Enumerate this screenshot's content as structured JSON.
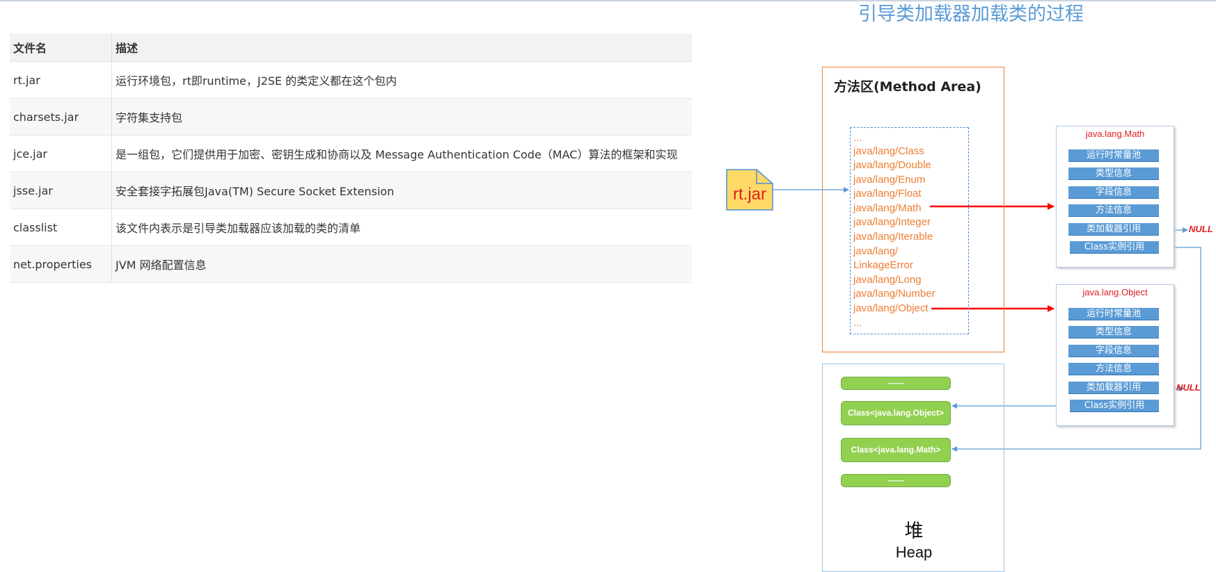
{
  "table": {
    "headers": [
      "文件名",
      "描述"
    ],
    "rows": [
      {
        "name": "rt.jar",
        "desc": "运行环境包，rt即runtime，J2SE 的类定义都在这个包内"
      },
      {
        "name": "charsets.jar",
        "desc": "字符集支持包"
      },
      {
        "name": "jce.jar",
        "desc": "是一组包，它们提供用于加密、密钥生成和协商以及 Message Authentication Code（MAC）算法的框架和实现"
      },
      {
        "name": "jsse.jar",
        "desc": "安全套接字拓展包Java(TM) Secure Socket Extension"
      },
      {
        "name": "classlist",
        "desc": "该文件内表示是引导类加载器应该加载的类的清单"
      },
      {
        "name": "net.properties",
        "desc": "JVM 网络配置信息"
      }
    ]
  },
  "diagram": {
    "title": "引导类加载器加载类的过程",
    "method_area_title": "方法区(Method Area)",
    "source_file": "rt.jar",
    "class_entries": [
      "...",
      "java/lang/Class",
      "java/lang/Double",
      "java/lang/Enum",
      "java/lang/Float",
      "java/lang/Math",
      "java/lang/Integer",
      "java/lang/Iterable",
      "java/lang/",
      "LinkageError",
      "java/lang/Long",
      "java/lang/Number",
      "java/lang/Object",
      "..."
    ],
    "class_boxes": [
      {
        "title": "java.lang.Math",
        "items": [
          "运行时常量池",
          "类型信息",
          "字段信息",
          "方法信息",
          "类加载器引用",
          "Class实例引用"
        ]
      },
      {
        "title": "java.lang.Object",
        "items": [
          "运行时常量池",
          "类型信息",
          "字段信息",
          "方法信息",
          "类加载器引用",
          "Class实例引用"
        ]
      }
    ],
    "null_label": "NULL",
    "heap_bars": [
      "------",
      "Class<java.lang.Object>",
      "Class<java.lang.Math>",
      "------"
    ],
    "heap_title_cn": "堆",
    "heap_title_en": "Heap",
    "colors": {
      "title": "#5b9bd5",
      "method_area_border": "#ed7d31",
      "class_entry_text": "#ed7d31",
      "info_item": "#5b9bd5",
      "arrow_red": "#ff0000",
      "arrow_blue": "#5b9bd5",
      "heap_bar": "#92d050",
      "rt_jar_fill": "#ffd966"
    }
  }
}
